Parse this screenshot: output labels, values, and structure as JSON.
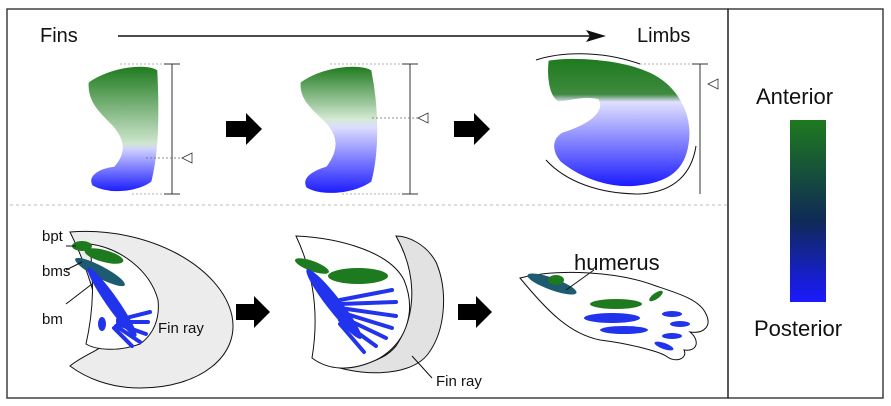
{
  "header": {
    "left_label": "Fins",
    "right_label": "Limbs"
  },
  "top_row": {
    "stages": 3
  },
  "bottom_row": {
    "labels": {
      "bpt": "bpt",
      "bms": "bms",
      "bm": "bm",
      "fin_ray_1": "Fin ray",
      "fin_ray_2": "Fin ray",
      "humerus": "humerus"
    }
  },
  "legend": {
    "top_label": "Anterior",
    "bottom_label": "Posterior",
    "top_color": "#1e7a1e",
    "mid_color": "#0f2a55",
    "bottom_color": "#1a1aff"
  },
  "colors": {
    "anterior_green": "#1e7a1e",
    "posterior_blue": "#2233ee",
    "arrow": "#000000",
    "fin_fold": "#e9e9e9"
  }
}
